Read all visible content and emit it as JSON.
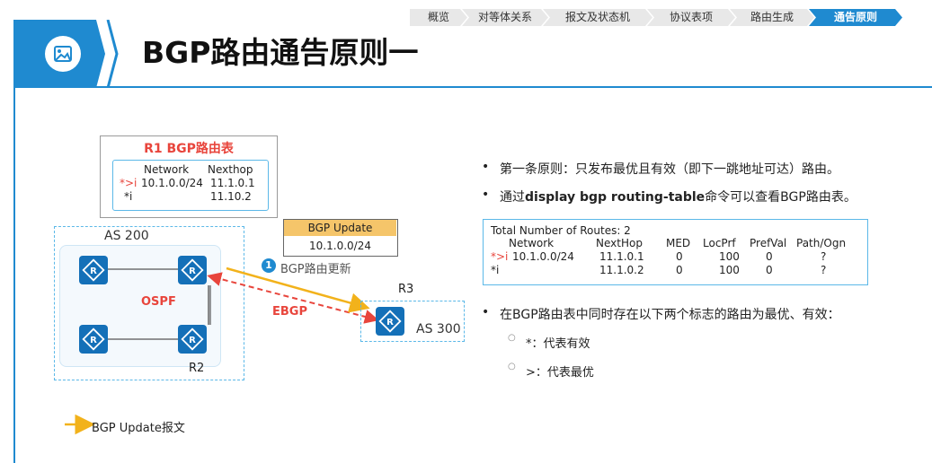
{
  "breadcrumb": [
    "概览",
    "对等体关系",
    "报文及状态机",
    "协议表项",
    "路由生成",
    "通告原则"
  ],
  "title": "BGP路由通告原则一",
  "routing_table": {
    "title": "R1 BGP路由表",
    "headers": [
      "Network",
      "Nexthop"
    ],
    "rows": [
      {
        "flag": "*>i",
        "network": "10.1.0.0/24",
        "nexthop": "11.1.0.1"
      },
      {
        "flag": "*i",
        "network": "",
        "nexthop": "11.10.2"
      }
    ]
  },
  "topology": {
    "as200": "AS 200",
    "as300": "AS 300",
    "ospf": "OSPF",
    "ebgp": "EBGP",
    "r2": "R2",
    "r3": "R3",
    "update_box": {
      "header": "BGP Update",
      "body": "10.1.0.0/24"
    },
    "step": {
      "number": "1",
      "label": "BGP路由更新"
    }
  },
  "bullets": {
    "b1": "第一条原则：只发布最优且有效（即下一跳地址可达）路由。",
    "b2_pre": "通过",
    "b2_cmd": "display bgp routing-table",
    "b2_post": "命令可以查看BGP路由表。",
    "b3": "在BGP路由表中同时存在以下两个标志的路由为最优、有效：",
    "sub1": "*：代表有效",
    "sub2": ">：代表最优"
  },
  "cli": {
    "total": "Total Number of Routes: 2",
    "headers": [
      "Network",
      "NextHop",
      "MED",
      "LocPrf",
      "PrefVal",
      "Path/Ogn"
    ],
    "rows": [
      {
        "flag": "*>i",
        "network": "10.1.0.0/24",
        "nexthop": "11.1.0.1",
        "med": "0",
        "locprf": "100",
        "prefval": "0",
        "path": "?"
      },
      {
        "flag": "*i",
        "network": "",
        "nexthop": "11.1.0.2",
        "med": "0",
        "locprf": "100",
        "prefval": "0",
        "path": "?"
      }
    ]
  },
  "legend": "BGP Update报文",
  "colors": {
    "accent": "#1f8ad0",
    "red": "#e8453c",
    "update_orange": "#f5c56a",
    "arrow_yellow": "#f2b21b"
  }
}
